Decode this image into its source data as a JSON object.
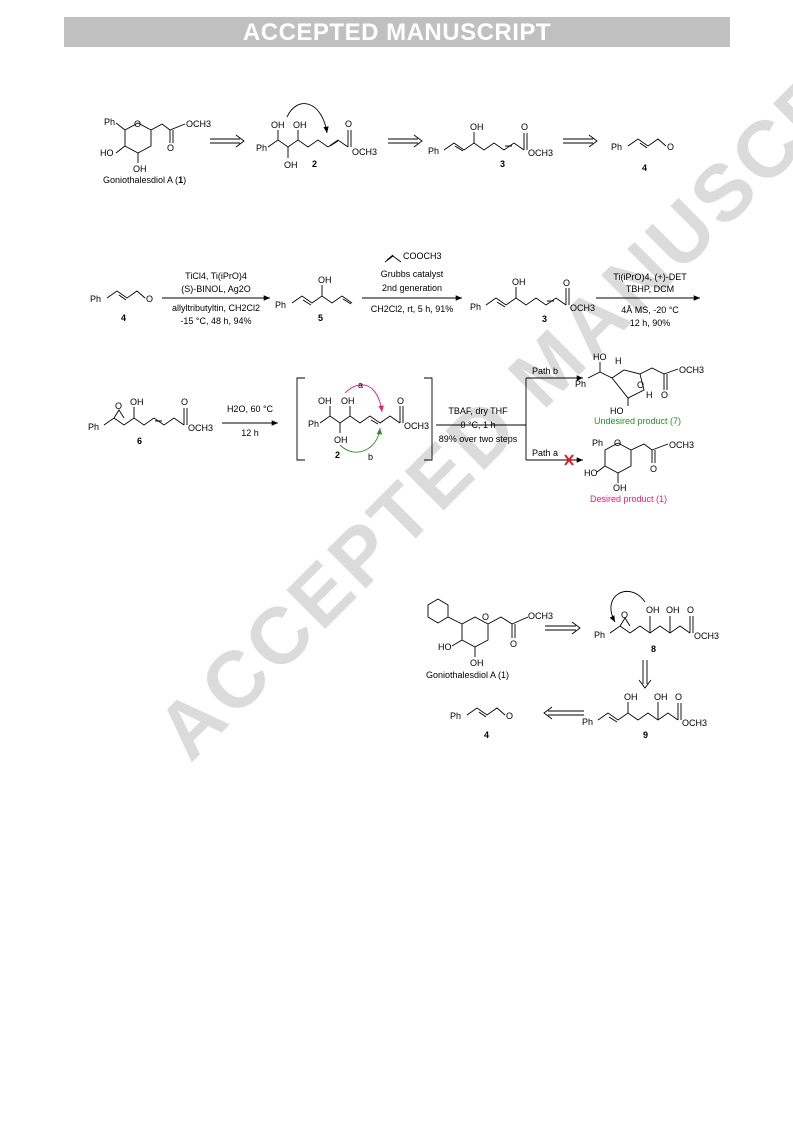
{
  "banner": "ACCEPTED MANUSCRIPT",
  "watermark": "ACCEPTED MANUSCRIPT",
  "scheme1": {
    "target_label": "Goniothalesdiol A (",
    "target_num": "1",
    "c2": "2",
    "c3": "3",
    "c4": "4"
  },
  "scheme2": {
    "step1": [
      "TiCl4, Ti(iPrO)4",
      "(S)-BINOL, Ag2O",
      "allyltributyltin, CH2Cl2",
      "-15 °C, 48 h, 94%"
    ],
    "reagent2_top": "COOCH3",
    "step2": [
      "Grubbs catalyst",
      "2nd generation",
      "CH2Cl2, rt, 5 h, 91%"
    ],
    "step3": [
      "Ti(iPrO)4, (+)-DET",
      "TBHP, DCM",
      "4Å MS, -20 °C",
      "12 h, 90%"
    ],
    "c4": "4",
    "c5": "5",
    "c3": "3"
  },
  "scheme3": {
    "step1": [
      "H2O, 60 °C",
      "12 h"
    ],
    "step2": [
      "TBAF, dry THF",
      "0 °C, 1 h",
      "89% over two steps"
    ],
    "path_b": "Path b",
    "path_a": "Path a",
    "arrow_a": "a",
    "arrow_b": "b",
    "undesired": "Undesired product (7)",
    "desired": "Desired product (1)",
    "c6": "6",
    "c2": "2",
    "colors": {
      "undesired": "#2e8b2e",
      "desired": "#e0207a",
      "cross": "#e02020",
      "arrow_a": "#e0207a",
      "arrow_b": "#2e8b2e"
    }
  },
  "scheme4": {
    "target_label": "Goniothalesdiol A (1)",
    "c8": "8",
    "c9": "9",
    "c4": "4"
  },
  "labels": {
    "ph": "Ph",
    "och3": "OCH3",
    "oh": "OH",
    "ho": "HO",
    "o": "O",
    "h": "H"
  }
}
